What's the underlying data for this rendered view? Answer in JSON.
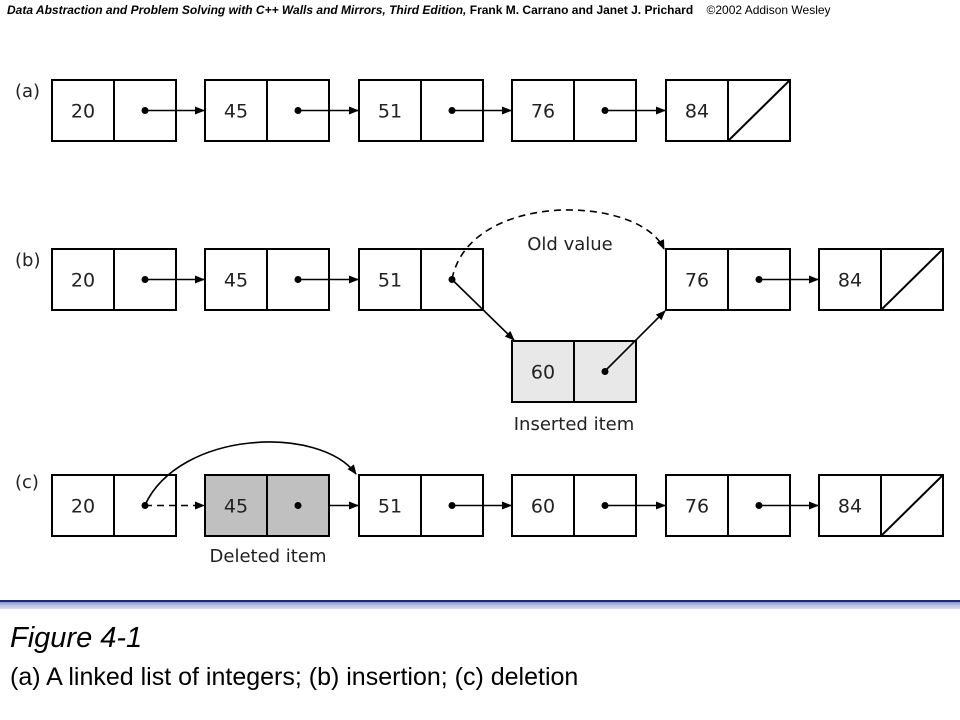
{
  "header": {
    "book_title": "Data Abstraction  and Problem Solving with C++ Walls and Mirrors, Third Edition,",
    "authors": "Frank M. Carrano  and Janet J. Prichard",
    "copyright": "©2002  Addison Wesley"
  },
  "parts": [
    {
      "label": "(a)",
      "nodes": [
        {
          "value": "20",
          "null_link": false
        },
        {
          "value": "45",
          "null_link": false
        },
        {
          "value": "51",
          "null_link": false
        },
        {
          "value": "76",
          "null_link": false
        },
        {
          "value": "84",
          "null_link": true
        }
      ]
    },
    {
      "label": "(b)",
      "nodes": [
        {
          "value": "20",
          "null_link": false
        },
        {
          "value": "45",
          "null_link": false
        },
        {
          "value": "51",
          "null_link": false
        },
        {
          "value": "76",
          "null_link": false
        },
        {
          "value": "84",
          "null_link": true
        }
      ],
      "inserted_node": {
        "value": "60"
      },
      "old_value_label": "Old value",
      "inserted_label": "Inserted item"
    },
    {
      "label": "(c)",
      "nodes": [
        {
          "value": "20",
          "null_link": false
        },
        {
          "value": "45",
          "null_link": false,
          "deleted": true
        },
        {
          "value": "51",
          "null_link": false
        },
        {
          "value": "60",
          "null_link": false
        },
        {
          "value": "76",
          "null_link": false
        },
        {
          "value": "84",
          "null_link": true
        }
      ],
      "deleted_label": "Deleted item"
    }
  ],
  "colors": {
    "inserted_fill": "#e8e8e8",
    "deleted_fill": "#c0c0c0",
    "rule_dark": "#1d2a6b"
  },
  "figure": {
    "title": "Figure 4-1",
    "caption": "(a) A linked list of integers; (b) insertion; (c) deletion"
  }
}
